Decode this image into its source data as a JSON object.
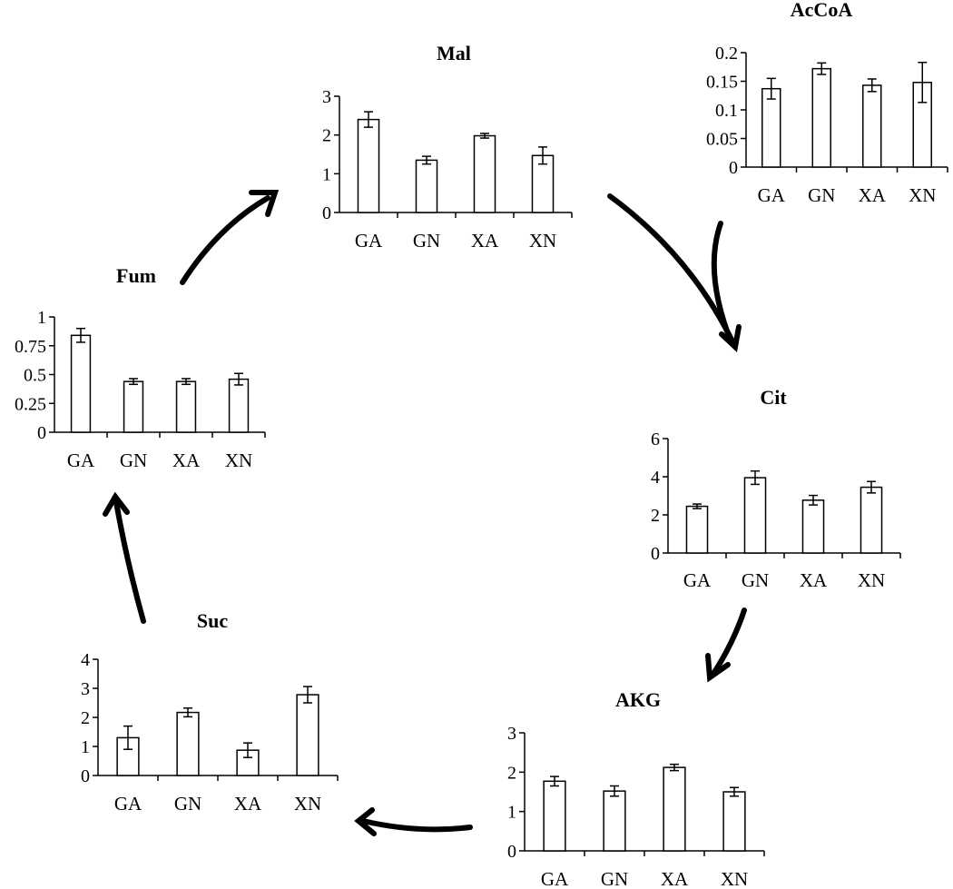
{
  "chart_data": [
    {
      "id": "mal",
      "type": "bar",
      "title": "Mal",
      "categories": [
        "GA",
        "GN",
        "XA",
        "XN"
      ],
      "values": [
        2.4,
        1.35,
        1.98,
        1.47
      ],
      "errors": [
        0.2,
        0.1,
        0.06,
        0.22
      ],
      "ylim": [
        0,
        3
      ],
      "yticks": [
        "0",
        "1",
        "2",
        "3"
      ],
      "grid": false
    },
    {
      "id": "accoa",
      "type": "bar",
      "title": "AcCoA",
      "categories": [
        "GA",
        "GN",
        "XA",
        "XN"
      ],
      "values": [
        0.137,
        0.172,
        0.143,
        0.148
      ],
      "errors": [
        0.018,
        0.01,
        0.011,
        0.035
      ],
      "ylim": [
        0,
        0.2
      ],
      "yticks": [
        "0",
        "0.05",
        "0.1",
        "0.15",
        "0.2"
      ],
      "grid": false
    },
    {
      "id": "fum",
      "type": "bar",
      "title": "Fum",
      "categories": [
        "GA",
        "GN",
        "XA",
        "XN"
      ],
      "values": [
        0.84,
        0.44,
        0.44,
        0.46
      ],
      "errors": [
        0.06,
        0.025,
        0.025,
        0.05
      ],
      "ylim": [
        0,
        1
      ],
      "yticks": [
        "0",
        "0.25",
        "0.5",
        "0.75",
        "1"
      ],
      "grid": false
    },
    {
      "id": "cit",
      "type": "bar",
      "title": "Cit",
      "categories": [
        "GA",
        "GN",
        "XA",
        "XN"
      ],
      "values": [
        2.45,
        3.95,
        2.77,
        3.45
      ],
      "errors": [
        0.12,
        0.35,
        0.25,
        0.3
      ],
      "ylim": [
        0,
        6
      ],
      "yticks": [
        "0",
        "2",
        "4",
        "6"
      ],
      "grid": false
    },
    {
      "id": "suc",
      "type": "bar",
      "title": "Suc",
      "categories": [
        "GA",
        "GN",
        "XA",
        "XN"
      ],
      "values": [
        1.3,
        2.17,
        0.87,
        2.78
      ],
      "errors": [
        0.4,
        0.15,
        0.25,
        0.28
      ],
      "ylim": [
        0,
        4
      ],
      "yticks": [
        "0",
        "1",
        "2",
        "3",
        "4"
      ],
      "grid": false
    },
    {
      "id": "akg",
      "type": "bar",
      "title": "AKG",
      "categories": [
        "GA",
        "GN",
        "XA",
        "XN"
      ],
      "values": [
        1.77,
        1.52,
        2.12,
        1.5
      ],
      "errors": [
        0.12,
        0.13,
        0.08,
        0.11
      ],
      "ylim": [
        0,
        3
      ],
      "yticks": [
        "0",
        "1",
        "2",
        "3"
      ],
      "grid": false
    }
  ],
  "colors": {
    "bar_fill": "#ffffff",
    "stroke": "#000000",
    "arrow": "#000000"
  }
}
